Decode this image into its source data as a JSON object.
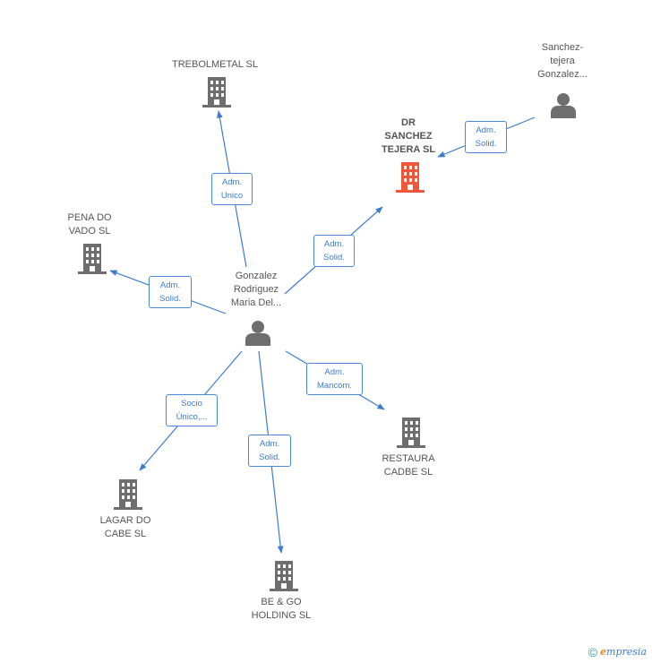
{
  "colors": {
    "edge": "#3a7cd0",
    "building": "#6e6e6e",
    "building_focus": "#f0563a",
    "person": "#6e6e6e"
  },
  "nodes": [
    {
      "id": "trebolmetal",
      "label": "TREBOLMETAL SL",
      "icon": "building-icon"
    },
    {
      "id": "dr-sanchez",
      "label": "DR\nSANCHEZ\nTEJERA SL",
      "icon": "building-icon",
      "focus": true
    },
    {
      "id": "sanchez-tejera",
      "label": "Sanchez-\ntejera\nGonzalez...",
      "icon": "person-icon"
    },
    {
      "id": "pena-do-vado",
      "label": "PENA DO\nVADO SL",
      "icon": "building-icon"
    },
    {
      "id": "gonzalez",
      "label": "Gonzalez\nRodriguez\nMaria Del...",
      "icon": "person-icon"
    },
    {
      "id": "restaura",
      "label": "RESTAURA\nCADBE SL",
      "icon": "building-icon"
    },
    {
      "id": "lagar",
      "label": "LAGAR DO\nCABE SL",
      "icon": "building-icon"
    },
    {
      "id": "bego",
      "label": "BE & GO\nHOLDING SL",
      "icon": "building-icon"
    }
  ],
  "edges": [
    {
      "id": "gonzalez-trebolmetal",
      "label": "Adm.\nUnico"
    },
    {
      "id": "gonzalez-dr-sanchez",
      "label": "Adm.\nSolid."
    },
    {
      "id": "sanchez-tejera-dr-sanchez",
      "label": "Adm.\nSolid."
    },
    {
      "id": "gonzalez-pena",
      "label": "Adm.\nSolid."
    },
    {
      "id": "gonzalez-restaura",
      "label": "Adm.\nMancom."
    },
    {
      "id": "gonzalez-lagar",
      "label": "Socio\nÚnico,..."
    },
    {
      "id": "gonzalez-bego",
      "label": "Adm.\nSolid."
    }
  ],
  "footer": {
    "copyright": "©",
    "brand_initial": "e",
    "brand_rest": "mpresia"
  }
}
